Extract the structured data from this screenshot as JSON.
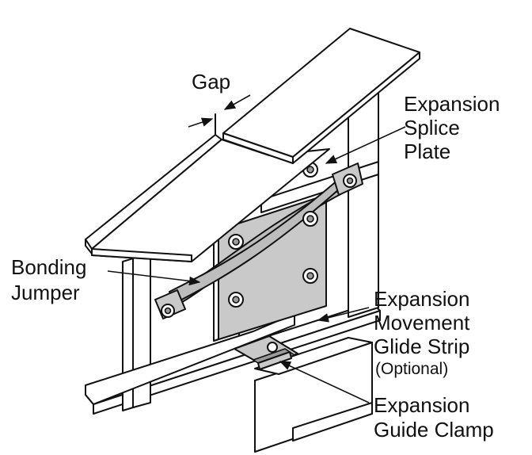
{
  "labels": {
    "gap": "Gap",
    "splice_plate": [
      "Expansion",
      "Splice",
      "Plate"
    ],
    "bonding_jumper": [
      "Bonding",
      "Jumper"
    ],
    "glide_strip": [
      "Expansion",
      "Movement",
      "Glide Strip"
    ],
    "glide_strip_note": "(Optional)",
    "guide_clamp": [
      "Expansion",
      "Guide Clamp"
    ]
  },
  "colors": {
    "line": "#111111",
    "plate_fill": "#c9c9c9",
    "strap_fill": "#bdbdbd",
    "background": "#ffffff"
  }
}
